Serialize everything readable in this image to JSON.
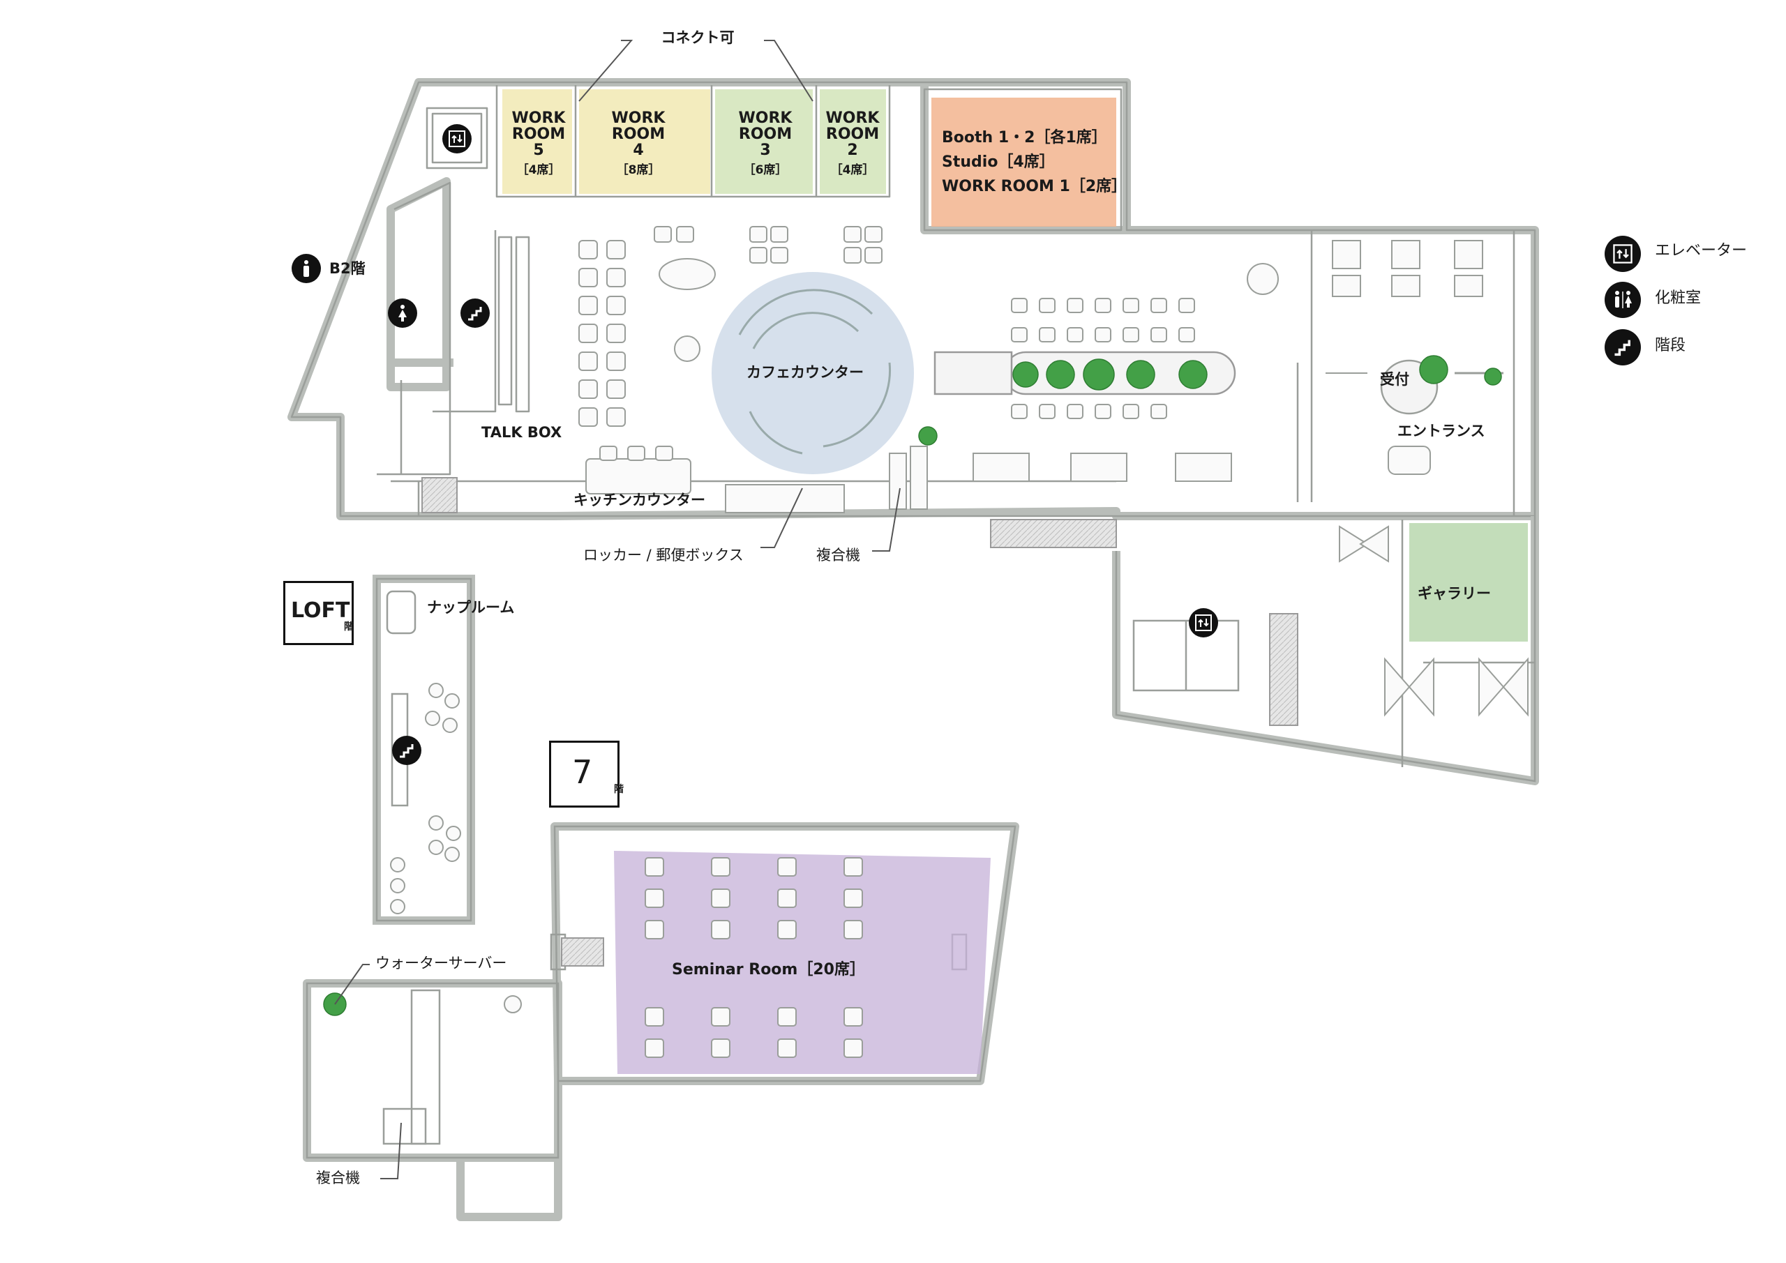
{
  "colors": {
    "wall": "#b9bdb9",
    "wall_fill": "#ececec",
    "yellow": "#efe6a8",
    "green": "#cfe2b4",
    "orange": "#f2b48e",
    "cafe_blue": "#c8d6e6",
    "gallery": "#b9d7ae",
    "purple": "#c5b2d8",
    "plant": "#43a047",
    "icon_bg": "#111111"
  },
  "labels": {
    "connect": "コネクト可",
    "wr5": {
      "title": "WORK\nROOM\n5",
      "seats": "［4席］"
    },
    "wr4": {
      "title": "WORK\nROOM\n4",
      "seats": "［8席］"
    },
    "wr3": {
      "title": "WORK\nROOM\n3",
      "seats": "［6席］"
    },
    "wr2": {
      "title": "WORK\nROOM\n2",
      "seats": "［4席］"
    },
    "booth_line1": "Booth 1・2［各1席］",
    "booth_line2": "Studio［4席］",
    "booth_line3": "WORK ROOM 1［2席］",
    "b2": "B2階",
    "talk_box": "TALK BOX",
    "cafe_counter": "カフェカウンター",
    "kitchen_counter": "キッチンカウンター",
    "locker": "ロッカー / 郵便ボックス",
    "copier1": "複合機",
    "reception": "受付",
    "entrance": "エントランス",
    "gallery": "ギャラリー",
    "loft_floor": "LOFT",
    "loft_kai": "階",
    "nap_room": "ナップルーム",
    "floor7": "7",
    "floor7_kai": "階",
    "seminar": "Seminar Room［20席］",
    "water": "ウォーターサーバー",
    "copier2": "複合機"
  },
  "legend": [
    {
      "icon": "elevator-icon",
      "label": "エレベーター"
    },
    {
      "icon": "restroom-icon",
      "label": "化粧室"
    },
    {
      "icon": "stairs-icon",
      "label": "階段"
    }
  ]
}
